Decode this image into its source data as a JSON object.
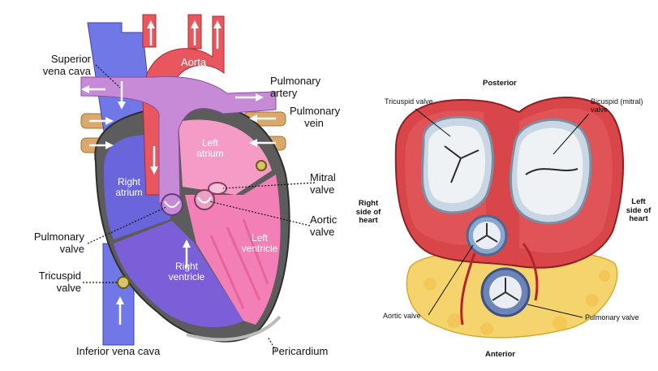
{
  "left_diagram": {
    "labels": {
      "superior_vena_cava": "Superior\nvena cava",
      "aorta": "Aorta",
      "pulmonary_artery": "Pulmonary\nartery",
      "pulmonary_vein": "Pulmonary\nvein",
      "left_atrium": "Left\natrium",
      "right_atrium": "Right\natrium",
      "mitral_valve": "Mitral\nvalve",
      "aortic_valve": "Aortic\nvalve",
      "pulmonary_valve": "Pulmonary\nvalve",
      "left_ventricle": "Left\nventricle",
      "tricuspid_valve": "Tricuspid\nvalve",
      "right_ventricle": "Right\nventricle",
      "inferior_vena_cava": "Inferior vena cava",
      "pericardium": "Pericardium"
    }
  },
  "right_diagram": {
    "labels": {
      "posterior": "Posterior",
      "anterior": "Anterior",
      "right_side": "Right\nside of\nheart",
      "left_side": "Left\nside of\nheart",
      "tricuspid_valve": "Tricuspid valve",
      "bicuspid_valve": "Bicuspid (mitral)\nvalve",
      "aortic_valve": "Aortic valve",
      "pulmonary_valve": "Pulmonary valve"
    }
  },
  "colors": {
    "vena_cava_blue": "#6f78e6",
    "aorta_red": "#e8575e",
    "pulmonary_purple": "#c68ad6",
    "pulmonary_vein_tan": "#d9a86a",
    "right_chamber_fill": "#6b65dc",
    "left_chamber_fill": "#f37fb7",
    "muscle_red": "#d9464a",
    "fat_yellow": "#f6d46d",
    "valve_blue": "#8aa6cf",
    "cusp_white": "#eef2f5"
  }
}
